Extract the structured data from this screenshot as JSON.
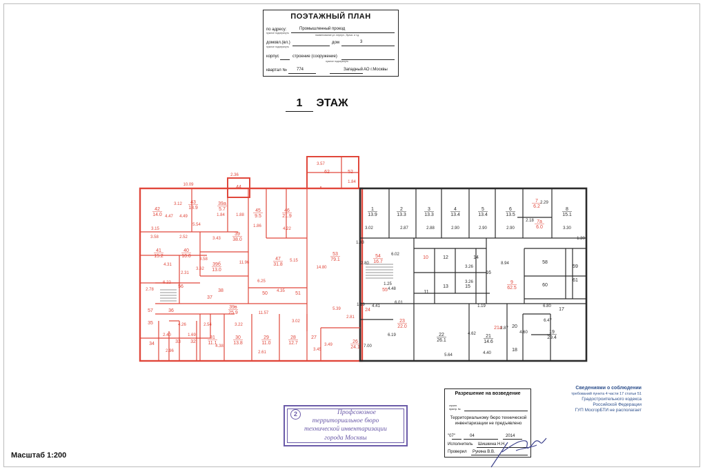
{
  "title_block": {
    "title": "ПОЭТАЖНЫЙ ПЛАН",
    "address_label": "по адресу:",
    "address_value": "Промышленный проезд",
    "address_hint": "наименование ул. переул., бульв. и т.д.",
    "hint_small": "нужное подчеркнуть",
    "house_label": "домовл.(вл.)",
    "dom_label": "дом",
    "dom_value": "3",
    "korpus_label": "корпус",
    "stroenie_label": "строение (сооружение)",
    "kvartal_label": "квартал №",
    "kvartal_value": "774",
    "district_value": "Западный",
    "district_suffix": "АО г.Москвы"
  },
  "floor": {
    "number": "1",
    "label": "ЭТАЖ"
  },
  "rooms": [
    {
      "n": "42",
      "a": "14.0"
    },
    {
      "n": "43",
      "a": "13.9"
    },
    {
      "n": "39а",
      "a": "5.7"
    },
    {
      "n": "45",
      "a": "9.5"
    },
    {
      "n": "46",
      "a": "21.9"
    },
    {
      "n": "41",
      "a": "15.2"
    },
    {
      "n": "40",
      "a": "10.0"
    },
    {
      "n": "39",
      "a": "38.0"
    },
    {
      "n": "39б",
      "a": "13.0"
    },
    {
      "n": "47",
      "a": "31.8"
    },
    {
      "n": "53",
      "a": "79.1"
    },
    {
      "n": "54",
      "a": "16.7"
    },
    {
      "n": "62",
      "a": ""
    },
    {
      "n": "52",
      "a": ""
    },
    {
      "n": "44",
      "a": ""
    },
    {
      "n": "56",
      "a": ""
    },
    {
      "n": "37",
      "a": ""
    },
    {
      "n": "38",
      "a": ""
    },
    {
      "n": "50",
      "a": ""
    },
    {
      "n": "51",
      "a": ""
    },
    {
      "n": "39в",
      "a": "25.9"
    },
    {
      "n": "57",
      "a": ""
    },
    {
      "n": "36",
      "a": ""
    },
    {
      "n": "35",
      "a": ""
    },
    {
      "n": "34",
      "a": ""
    },
    {
      "n": "33",
      "a": ""
    },
    {
      "n": "32",
      "a": ""
    },
    {
      "n": "31",
      "a": "11.1"
    },
    {
      "n": "30",
      "a": "13.8"
    },
    {
      "n": "29",
      "a": "11.0"
    },
    {
      "n": "28",
      "a": "12.7"
    },
    {
      "n": "27",
      "a": ""
    },
    {
      "n": "26",
      "a": "24.1"
    },
    {
      "n": "1",
      "a": "13.9"
    },
    {
      "n": "2",
      "a": "13.3"
    },
    {
      "n": "3",
      "a": "13.3"
    },
    {
      "n": "4",
      "a": "13.4"
    },
    {
      "n": "5",
      "a": "13.4"
    },
    {
      "n": "6",
      "a": "13.5"
    },
    {
      "n": "7",
      "a": "6.2"
    },
    {
      "n": "7а",
      "a": "6.0"
    },
    {
      "n": "8",
      "a": "15.1"
    },
    {
      "n": "10",
      "a": ""
    },
    {
      "n": "12",
      "a": ""
    },
    {
      "n": "14",
      "a": ""
    },
    {
      "n": "13",
      "a": ""
    },
    {
      "n": "15",
      "a": ""
    },
    {
      "n": "16",
      "a": ""
    },
    {
      "n": "11",
      "a": ""
    },
    {
      "n": "9",
      "a": "62.5"
    },
    {
      "n": "58",
      "a": ""
    },
    {
      "n": "59",
      "a": ""
    },
    {
      "n": "60",
      "a": ""
    },
    {
      "n": "61",
      "a": ""
    },
    {
      "n": "17",
      "a": ""
    },
    {
      "n": "55",
      "a": ""
    },
    {
      "n": "24",
      "a": ""
    },
    {
      "n": "23",
      "a": "22.0"
    },
    {
      "n": "22",
      "a": "26.1"
    },
    {
      "n": "21а",
      "a": ""
    },
    {
      "n": "21",
      "a": "14.6"
    },
    {
      "n": "20",
      "a": ""
    },
    {
      "n": "18",
      "a": ""
    },
    {
      "n": "19",
      "a": "29.4"
    }
  ],
  "dims": [
    "10.09",
    "2.36",
    "3.57",
    "1.84",
    "3.12",
    "4.47",
    "4.49",
    "5.54",
    "3.15",
    "1.84",
    "1.88",
    "1.86",
    "4.22",
    "3.58",
    "2.52",
    "3.43",
    "4.31",
    "2.31",
    "3.58",
    "3.62",
    "11.96",
    "5.15",
    "6.25",
    "14.80",
    "2.80",
    "6.02",
    "1.33",
    "6.22",
    "2.78",
    "4.35",
    "11.57",
    "3.02",
    "2.54",
    "3.22",
    "4.26",
    "2.40",
    "1.69",
    "4.38",
    "2.61",
    "2.96",
    "3.45",
    "3.49",
    "7.00",
    "2.81",
    "5.39",
    "4.41",
    "6.19",
    "4.48",
    "1.25",
    "6.01",
    "3.02",
    "2.87",
    "2.88",
    "2.90",
    "2.90",
    "2.90",
    "3.30",
    "2.18",
    "2.29",
    "1.30",
    "8.94",
    "3.26",
    "3.26",
    "1.19",
    "6.80",
    "6.47",
    "4.62",
    "4.60",
    "2.87",
    "5.64",
    "4.40",
    "1.19"
  ],
  "permission": {
    "title": "Разрешение на возведение",
    "label1": "строен.",
    "label2": "пристр. №",
    "body": "Территориальному бюро технической инвентаризации не предъявлено",
    "date_day": "07",
    "date_month": "04",
    "date_year": "2014",
    "executor_label": "Исполнитель",
    "executor_name": "Шишкина Н.Н.",
    "checker_label": "Проверил",
    "checker_name": "Рукина В.В."
  },
  "notice": {
    "line1": "Сведениями о соблюдении",
    "line2": "требований пункта 4 части 17 статьи 51",
    "line3": "Градостроительного кодекса",
    "line4": "Российской Федерации",
    "line5": "ГУП МосгорБТИ не располагает"
  },
  "stamp": {
    "number": "2",
    "line1": "Профсоюзное",
    "line2": "территориальное бюро",
    "line3": "технической инвентаризации",
    "line4": "города Москвы"
  },
  "scale": "Масштаб 1:200",
  "colors": {
    "plan_left": "#e0463a",
    "plan_right": "#2b2b2b",
    "stamp": "#6a5aa8",
    "notice": "#2d4f8c"
  }
}
